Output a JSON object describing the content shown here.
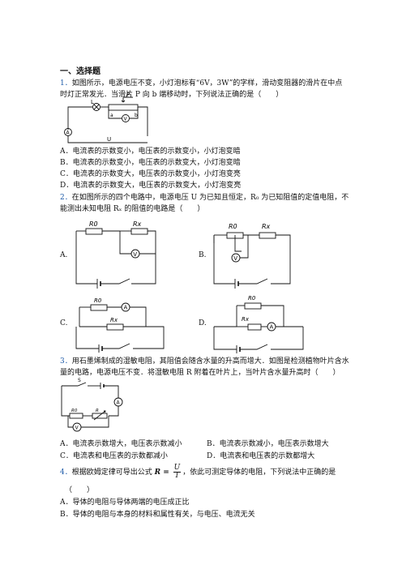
{
  "section_title": "一、选择题",
  "q1": {
    "num": "1．",
    "line1": "如图所示，电源电压不变，小灯泡标有“6V，3W”的字样，滑动变阻器的滑片在中点",
    "line2": "时灯正常发光．当滑片 P 向 b 端移动时，下列说法正确的是（　　）",
    "labels": {
      "L": "L",
      "P": "P",
      "a": "a",
      "b": "b",
      "U": "U",
      "A": "A",
      "V": "V"
    },
    "options": [
      "A．电流表的示数变小，电压表的示数变小，小灯泡变暗",
      "B．电流表的示数变小，电压表的示数变大，小灯泡变暗",
      "C．电流表的示数变大，电压表的示数变小，小灯泡变亮",
      "D．电流表的示数变大，电压表的示数变大，小灯泡变亮"
    ]
  },
  "q2": {
    "num": "2．",
    "line1": "在如图所示的四个电路中，电源电压 U 为已知且恒定，R₀ 为已知阻值的定值电阻，不",
    "line2": "能测出未知电阻 Rₓ 的阻值的电路是（　　）",
    "option_labels": [
      "A.",
      "B.",
      "C.",
      "D."
    ],
    "r0": "R0",
    "rx": "Rx",
    "meter_v": "V",
    "meter_a": "A"
  },
  "q3": {
    "num": "3．",
    "line1": "用石墨烯制成的湿敏电阻，其阻值会随含水量的升高而增大．如图是检测植物叶片含水",
    "line2": "量的电路，电源电压不变．将湿敏电阻 R 附着在叶片上，当叶片含水量升高时（　　）",
    "labels": {
      "S": "S",
      "R0": "R0",
      "R": "R",
      "A": "A",
      "V": "V"
    },
    "options": [
      "A．电流表示数增大，电压表示数减小",
      "B．电流表示数减小，电压表示数增大",
      "C．电流表和电压表的示数都减小",
      "D．电流表和电压表的示数都增大"
    ]
  },
  "q4": {
    "num": "4．",
    "pre": "根据欧姆定律可导出公式",
    "formula_lhs": "R =",
    "formula_num": "U",
    "formula_den": "I",
    "post": "，依此可测定导体的电阻，下列说法中正确的是",
    "paren": "（　　）",
    "options": [
      "A．导体的电阻与导体两端的电压成正比",
      "B．导体的电阻与本身的材料和属性有关，与电压、电流无关"
    ]
  }
}
